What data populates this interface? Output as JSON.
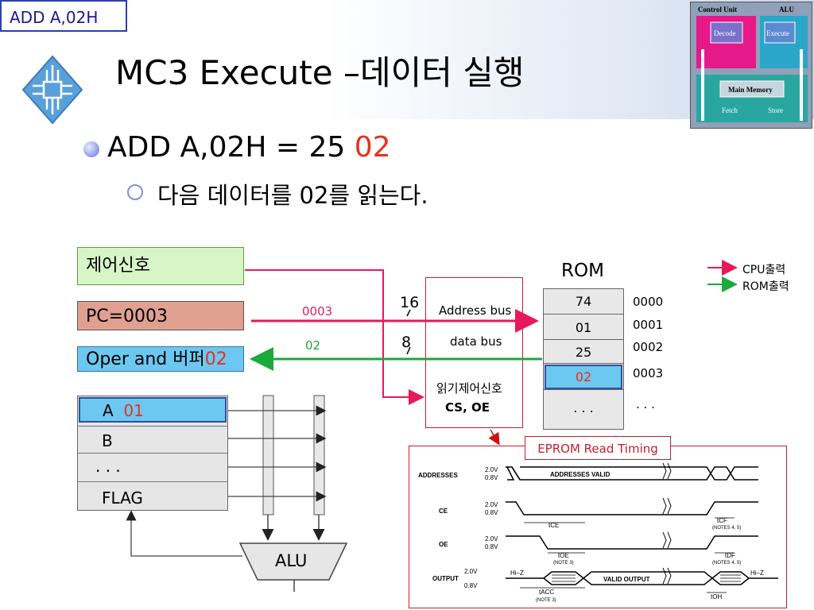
{
  "slide": {
    "tag": "ADD  A,02H",
    "title": "MC3 Execute –데이터 실행",
    "bullet1_prefix": "ADD  A,02H  = 25 ",
    "bullet1_highlight": "02",
    "bullet2": "다음 데이터를 02를 읽는다."
  },
  "cycle_diagram": {
    "control_unit": "Control Unit",
    "alu": "ALU",
    "decode": "Decode",
    "execute": "Execute",
    "main_memory": "Main Memory",
    "fetch": "Fetch",
    "store": "Store"
  },
  "cpu": {
    "control_signal": "제어신호",
    "pc": "PC=0003",
    "oper_buffer_prefix": "Oper and 버퍼",
    "oper_buffer_value": "02",
    "registers": {
      "a_label": "A",
      "a_value": "01",
      "b_label": "B",
      "ellipsis": ". . .",
      "flag_label": "FLAG"
    },
    "alu_label": "ALU"
  },
  "buses": {
    "addr_value": "0003",
    "data_value": "02",
    "addr_width": "16",
    "data_width": "8",
    "address_bus": "Address bus",
    "data_bus": "data bus",
    "read_control": "읽기제어신호",
    "cs_oe": "CS, OE"
  },
  "rom": {
    "title": "ROM",
    "cells": [
      "74",
      "01",
      "25",
      "02",
      ". . ."
    ],
    "addresses": [
      "0000",
      "0001",
      "0002",
      "0003",
      ". . ."
    ]
  },
  "legend": {
    "cpu_out": "CPU출력",
    "rom_out": "ROM출력",
    "cpu_color": "#e8195a",
    "rom_color": "#1aaa3c"
  },
  "timing": {
    "title": "EPROM Read Timing",
    "signals": [
      "ADDRESSES",
      "CE",
      "OE",
      "OUTPUT"
    ],
    "levels_a": [
      "2.0V",
      "0.8V"
    ],
    "out_levels": [
      "2.0V",
      "0.8V"
    ],
    "addresses_valid": "ADDRESSES VALID",
    "valid_output": "VALID OUTPUT",
    "hiz": "Hi–Z",
    "tce": "tCE",
    "tcf": "tCF",
    "tcf_note": "(NOTES 4, 5)",
    "toe": "tOE",
    "toe_note": "(NOTE 3)",
    "tdf": "tDF",
    "tdf_note": "(NOTES 4, 5)",
    "tacc": "tACC",
    "tacc_note": "(NOTE 3)",
    "toh": "tOH"
  }
}
